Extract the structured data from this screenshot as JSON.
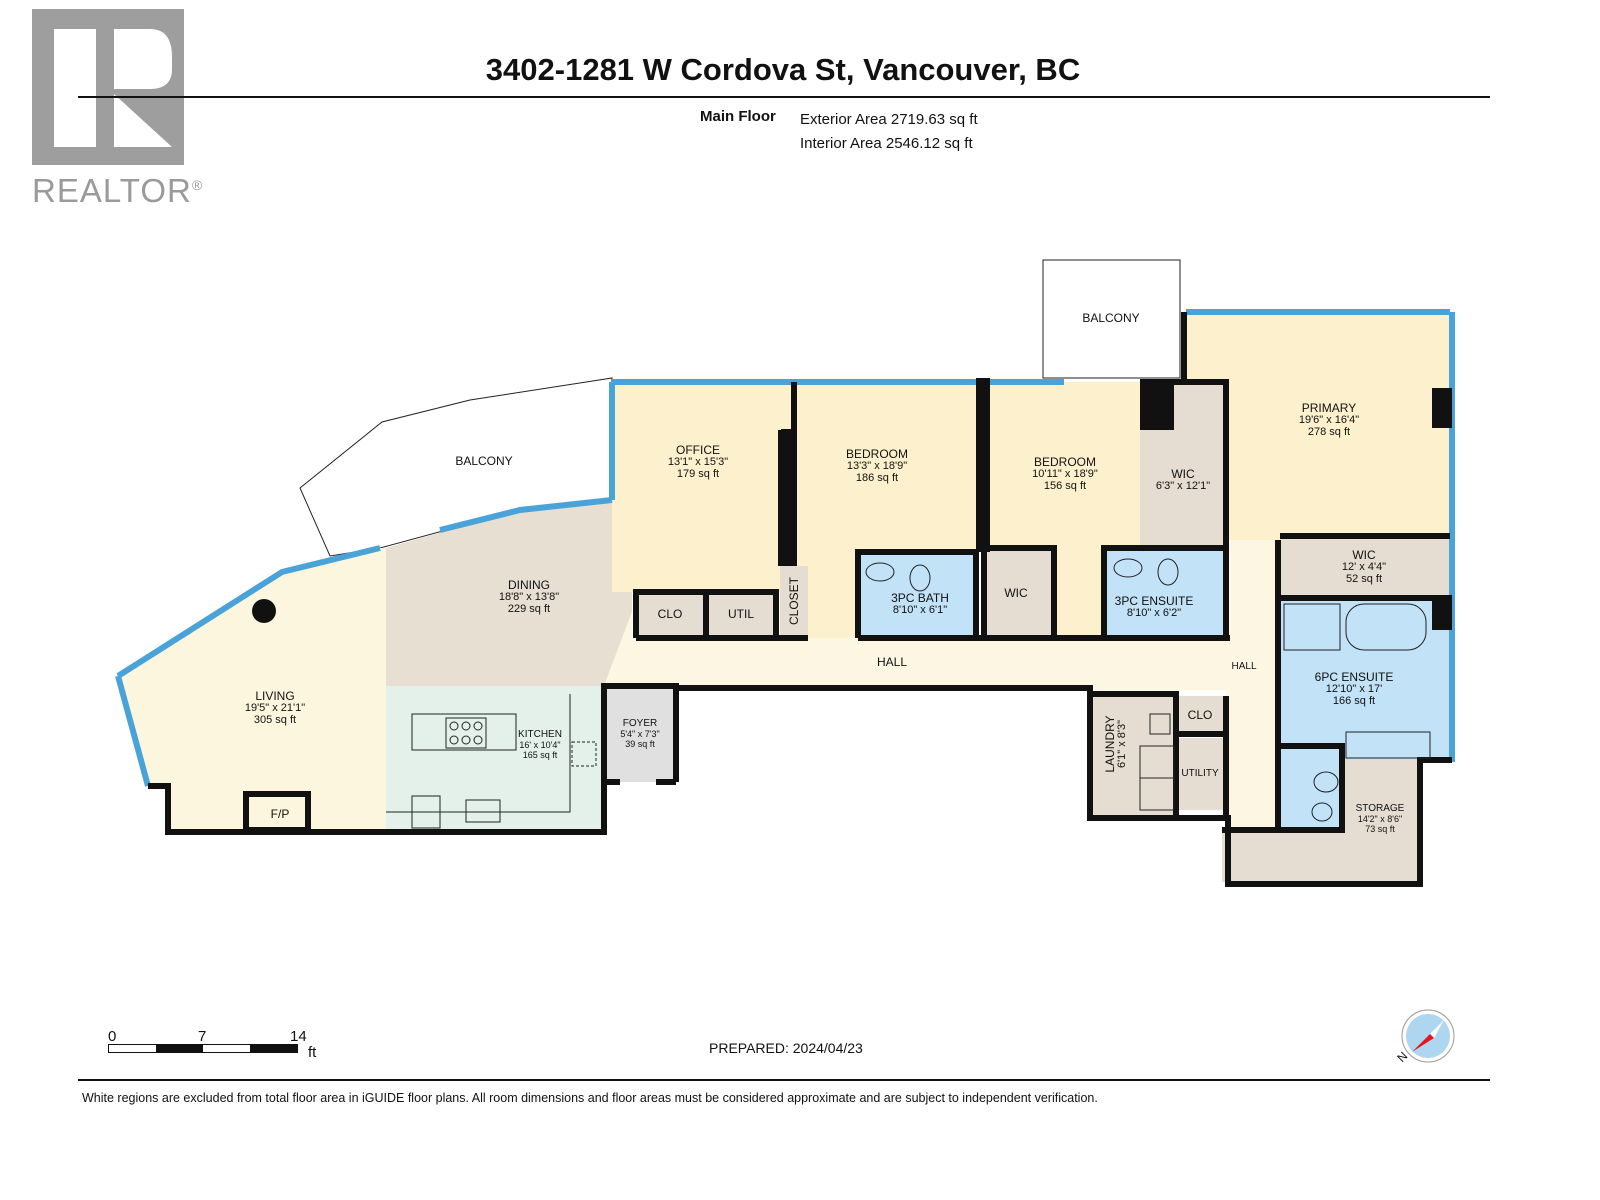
{
  "logo": {
    "letter": "R",
    "label": "REALTOR",
    "mark": "®"
  },
  "header": {
    "address": "3402-1281 W Cordova St, Vancouver, BC",
    "floor_name": "Main Floor",
    "exterior_area": "Exterior Area 2719.63 sq ft",
    "interior_area": "Interior Area 2546.12 sq ft"
  },
  "colors": {
    "living": "#fdf6df",
    "bedroom": "#fdf0cc",
    "dining": "#e7dfd2",
    "kitchen": "#e3f1ea",
    "bath": "#c2e2f7",
    "closet": "#e5ddd1",
    "foyer": "#e0e0e0",
    "hall": "#fdf6e2",
    "window": "#4aa3d8",
    "wall": "#111111"
  },
  "rooms": {
    "living": {
      "name": "LIVING",
      "dims": "19'5\" x 21'1\"",
      "area": "305 sq ft"
    },
    "dining": {
      "name": "DINING",
      "dims": "18'8\" x 13'8\"",
      "area": "229 sq ft"
    },
    "kitchen": {
      "name": "KITCHEN",
      "dims": "16' x 10'4\"",
      "area": "165 sq ft"
    },
    "foyer": {
      "name": "FOYER",
      "dims": "5'4\" x 7'3\"",
      "area": "39 sq ft"
    },
    "office": {
      "name": "OFFICE",
      "dims": "13'1\" x 15'3\"",
      "area": "179 sq ft"
    },
    "bedroom1": {
      "name": "BEDROOM",
      "dims": "13'3\" x 18'9\"",
      "area": "186 sq ft"
    },
    "bedroom2": {
      "name": "BEDROOM",
      "dims": "10'11\" x 18'9\"",
      "area": "156 sq ft"
    },
    "wic1": {
      "name": "WIC",
      "dims": "6'3\" x 12'1\""
    },
    "primary": {
      "name": "PRIMARY",
      "dims": "19'6\" x 16'4\"",
      "area": "278 sq ft"
    },
    "wic2": {
      "name": "WIC",
      "dims": "12' x 4'4\"",
      "area": "52 sq ft"
    },
    "bath3pc": {
      "name": "3PC BATH",
      "dims": "8'10\" x 6'1\""
    },
    "ensuite3pc": {
      "name": "3PC ENSUITE",
      "dims": "8'10\" x 6'2\""
    },
    "ensuite6pc": {
      "name": "6PC ENSUITE",
      "dims": "12'10\" x 17'",
      "area": "166 sq ft"
    },
    "wic_bed2": {
      "name": "WIC"
    },
    "clo1": {
      "name": "CLO"
    },
    "util": {
      "name": "UTIL"
    },
    "closet": {
      "name": "CLOSET"
    },
    "hall1": {
      "name": "HALL"
    },
    "hall2": {
      "name": "HALL"
    },
    "laundry": {
      "name": "LAUNDRY",
      "dims": "6'1\" x 8'3\""
    },
    "clo2": {
      "name": "CLO"
    },
    "utility": {
      "name": "UTILITY"
    },
    "storage": {
      "name": "STORAGE",
      "dims": "14'2\" x 8'6\"",
      "area": "73 sq ft"
    },
    "fp": {
      "name": "F/P"
    },
    "balcony1": {
      "name": "BALCONY"
    },
    "balcony2": {
      "name": "BALCONY"
    }
  },
  "scale": {
    "ticks": [
      "0",
      "7",
      "14"
    ],
    "unit": "ft"
  },
  "prepared": "PREPARED: 2024/04/23",
  "compass": {
    "label": "N"
  },
  "footer": {
    "disclaimer": "White regions are excluded from total floor area in iGUIDE floor plans. All room dimensions and floor areas must be considered approximate and are subject to independent verification."
  }
}
